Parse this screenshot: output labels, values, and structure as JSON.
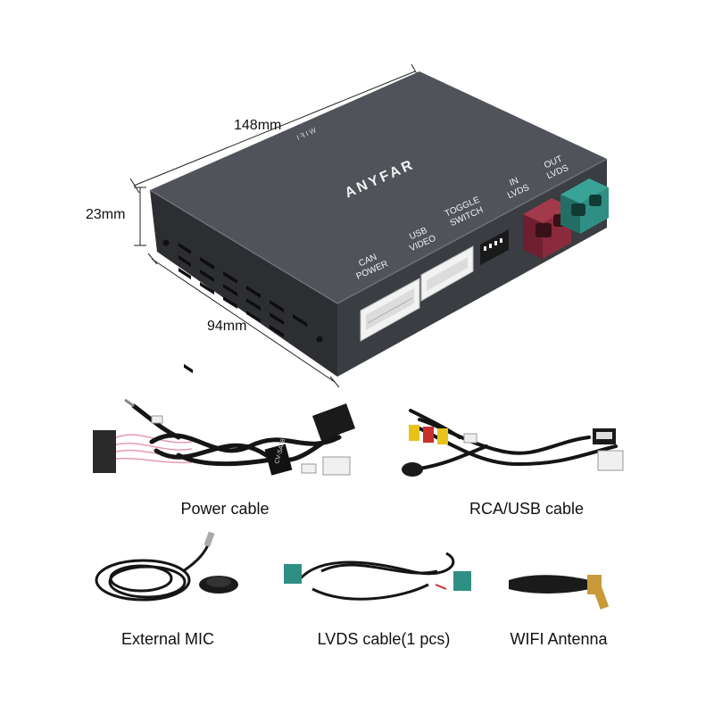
{
  "product": {
    "brand": "ANYFAR",
    "wifi_label": "WIFI",
    "dimensions": {
      "length": "148mm",
      "height": "23mm",
      "width": "94mm"
    },
    "ports": {
      "can_power": [
        "CAN",
        "POWER"
      ],
      "usb_video": [
        "USB",
        "VIDEO"
      ],
      "toggle_switch": [
        "TOGGLE",
        "SWITCH"
      ],
      "in_lvds": [
        "IN",
        "LVDS"
      ],
      "out_lvds": [
        "OUT",
        "LVDS"
      ]
    }
  },
  "accessories": {
    "power_cable": "Power cable",
    "rca_usb_cable": "RCA/USB cable",
    "external_mic": "External MIC",
    "lvds_cable": "LVDS cable(1 pcs)",
    "wifi_antenna": "WIFI Antenna"
  },
  "colors": {
    "box_top": "#50545a",
    "box_front": "#3a3d42",
    "box_side": "#2c2e32",
    "connector_red": "#8a2a3c",
    "connector_teal": "#2f8f84",
    "connector_white": "#f2f2f2",
    "cable_black": "#151515",
    "rca_yellow": "#e8c21a",
    "rca_red": "#c9302c",
    "gold": "#c99a3a"
  }
}
